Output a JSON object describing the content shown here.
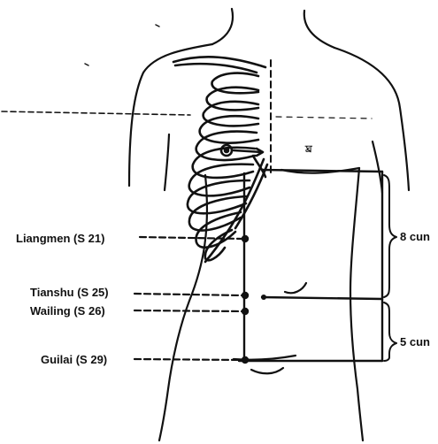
{
  "points": [
    {
      "id": "liangmen",
      "label": "Liangmen (S 21)"
    },
    {
      "id": "tianshu",
      "label": "Tianshu (S 25)"
    },
    {
      "id": "wailing",
      "label": "Wailing (S 26)"
    },
    {
      "id": "guilai",
      "label": "Guilai (S 29)"
    }
  ],
  "measurements": [
    {
      "id": "upper",
      "label": "8 cun"
    },
    {
      "id": "lower",
      "label": "5 cun"
    }
  ],
  "nipple_marking": "ঘ্ৰ",
  "colors": {
    "ink": "#111111",
    "background": "#ffffff"
  }
}
